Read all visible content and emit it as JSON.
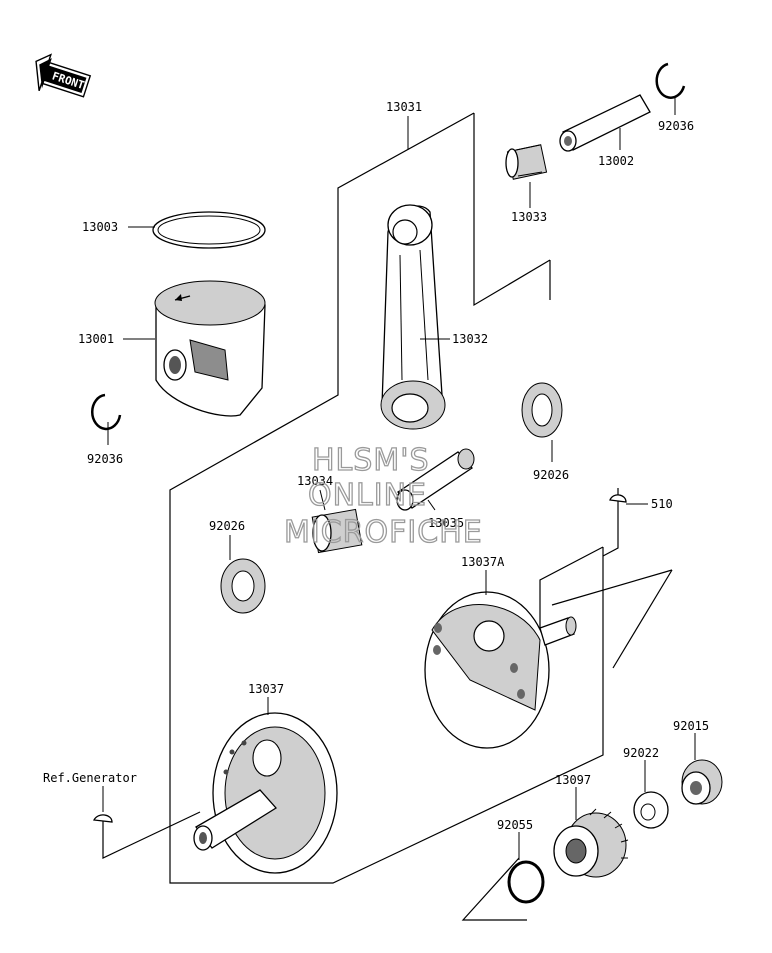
{
  "front_badge": {
    "text": "FRONT"
  },
  "labels": {
    "p13031": "13031",
    "p92036_top": "92036",
    "p13002": "13002",
    "p13033": "13033",
    "p13003": "13003",
    "p13001": "13001",
    "p13032": "13032",
    "p92036_left": "92036",
    "p92026_right": "92026",
    "p13034": "13034",
    "p13035": "13035",
    "p510": "510",
    "p92026_left": "92026",
    "p13037A": "13037A",
    "p13037": "13037",
    "p92015": "92015",
    "p92022": "92022",
    "p13097": "13097",
    "p92055": "92055",
    "ref_generator": "Ref.Generator"
  },
  "watermark": {
    "line1": "HLSM'S",
    "line2": "ONLINE",
    "line3": "MICROFICHE"
  },
  "colors": {
    "line": "#000000",
    "watermark": "#9a9a9a",
    "background": "#ffffff"
  }
}
